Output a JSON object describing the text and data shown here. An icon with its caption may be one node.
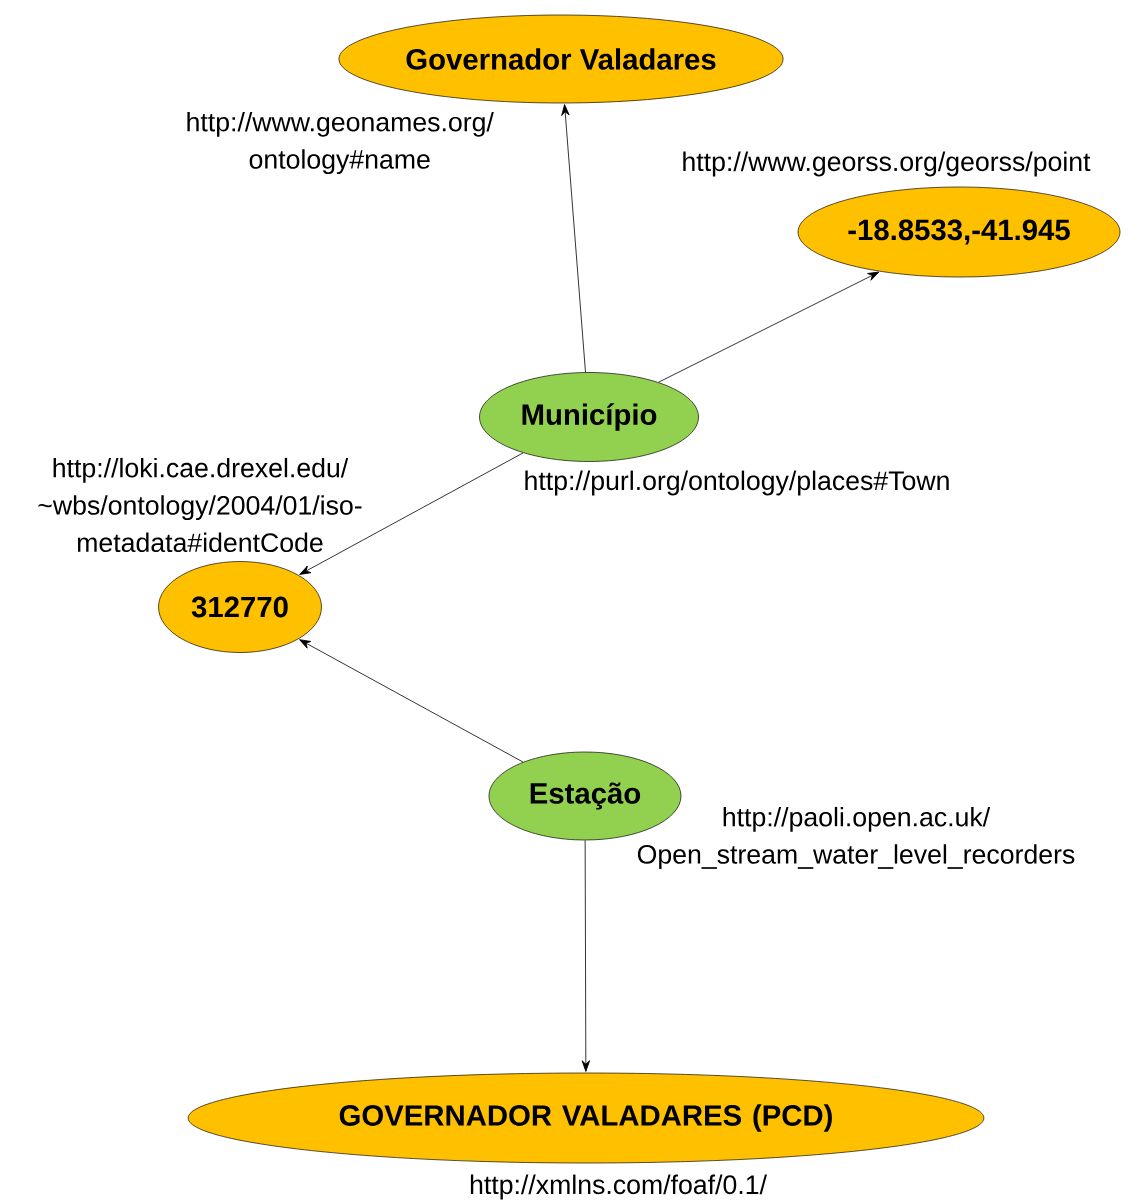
{
  "diagram": {
    "nodes": [
      {
        "text": [
          "Governador Valadares"
        ]
      },
      {
        "text": [
          "-18.8533,-41.945"
        ]
      },
      {
        "text": [
          "Município"
        ],
        "beside": [
          "http://purl.org/ontology/places#Town"
        ]
      },
      {
        "text": [
          "312770"
        ]
      },
      {
        "text": [
          "Estação"
        ],
        "beside": [
          "http://paoli.open.ac.uk/ Open_stream_water_level_recorders"
        ]
      },
      {
        "text": [
          "GOVERNADOR VALADARES (PCD)"
        ],
        "beside": [
          "http://xmlns.com/foaf/0.1/"
        ]
      }
    ],
    "edges": [
      {
        "from": 2,
        "to": 0,
        "arrow": "to",
        "label": "http://www.geonames.org/ ontology#name"
      },
      {
        "from": 2,
        "to": 1,
        "arrow": "to",
        "label": "http://www.georss.org/georss/point"
      },
      {
        "from": 2,
        "to": 3,
        "arrow": "to",
        "label": "http://loki.cae.drexel.edu/ ~wbs/ontology/2004/01/iso-metadata#identCode"
      },
      {
        "from": 4,
        "to": 3,
        "arrow": "to"
      },
      {
        "from": 4,
        "to": 5,
        "arrow": "to"
      }
    ]
  }
}
